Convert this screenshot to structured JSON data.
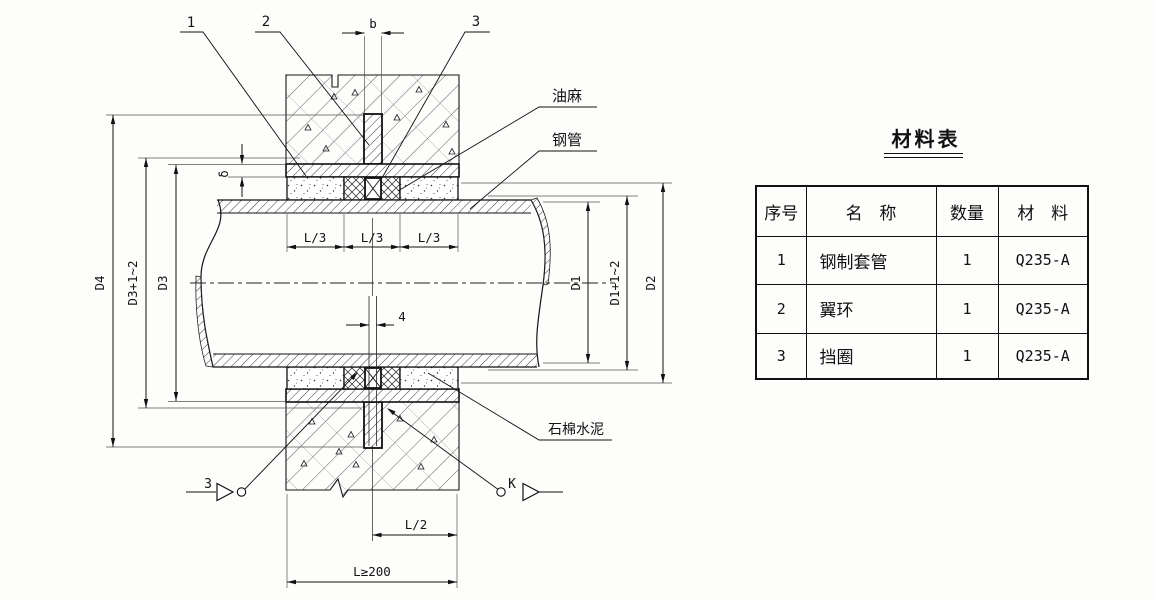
{
  "drawing": {
    "part_labels": {
      "p1": "1",
      "p2": "2",
      "p3": "3"
    },
    "callouts": {
      "oil_hemp": "油麻",
      "steel_pipe": "钢管",
      "asbestos_cement": "石棉水泥"
    },
    "dims": {
      "b": "b",
      "delta": "δ",
      "d4": "D4",
      "d3_plus": "D3+1~2",
      "d3": "D3",
      "d1": "D1",
      "d1_plus": "D1+1~2",
      "d2": "D2",
      "l3_1": "L/3",
      "l3_2": "L/3",
      "l3_3": "L/3",
      "gap4": "4",
      "l2": "L/2",
      "l_min": "L≥200"
    },
    "section_markers": {
      "left": "3",
      "right": "K"
    }
  },
  "materials_table": {
    "title": "材料表",
    "headers": {
      "seq": "序号",
      "name": "名 称",
      "qty": "数量",
      "material": "材 料"
    },
    "rows": [
      {
        "seq": "1",
        "name": "钢制套管",
        "qty": "1",
        "material": "Q235-A"
      },
      {
        "seq": "2",
        "name": "翼环",
        "qty": "1",
        "material": "Q235-A"
      },
      {
        "seq": "3",
        "name": "挡圈",
        "qty": "1",
        "material": "Q235-A"
      }
    ]
  }
}
